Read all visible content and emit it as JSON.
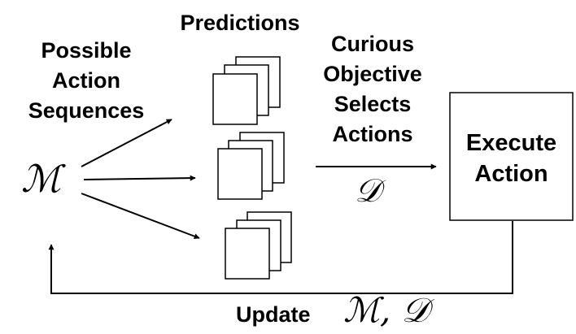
{
  "labels": {
    "possible_action_sequences": [
      "Possible",
      "Action",
      "Sequences"
    ],
    "predictions": "Predictions",
    "curious_objective": [
      "Curious",
      "Objective",
      "Selects",
      "Actions"
    ],
    "execute_action": [
      "Execute",
      "Action"
    ],
    "update": "Update"
  },
  "symbols": {
    "model": "ℳ",
    "data": "𝒟",
    "update_vars": "ℳ, 𝒟"
  }
}
